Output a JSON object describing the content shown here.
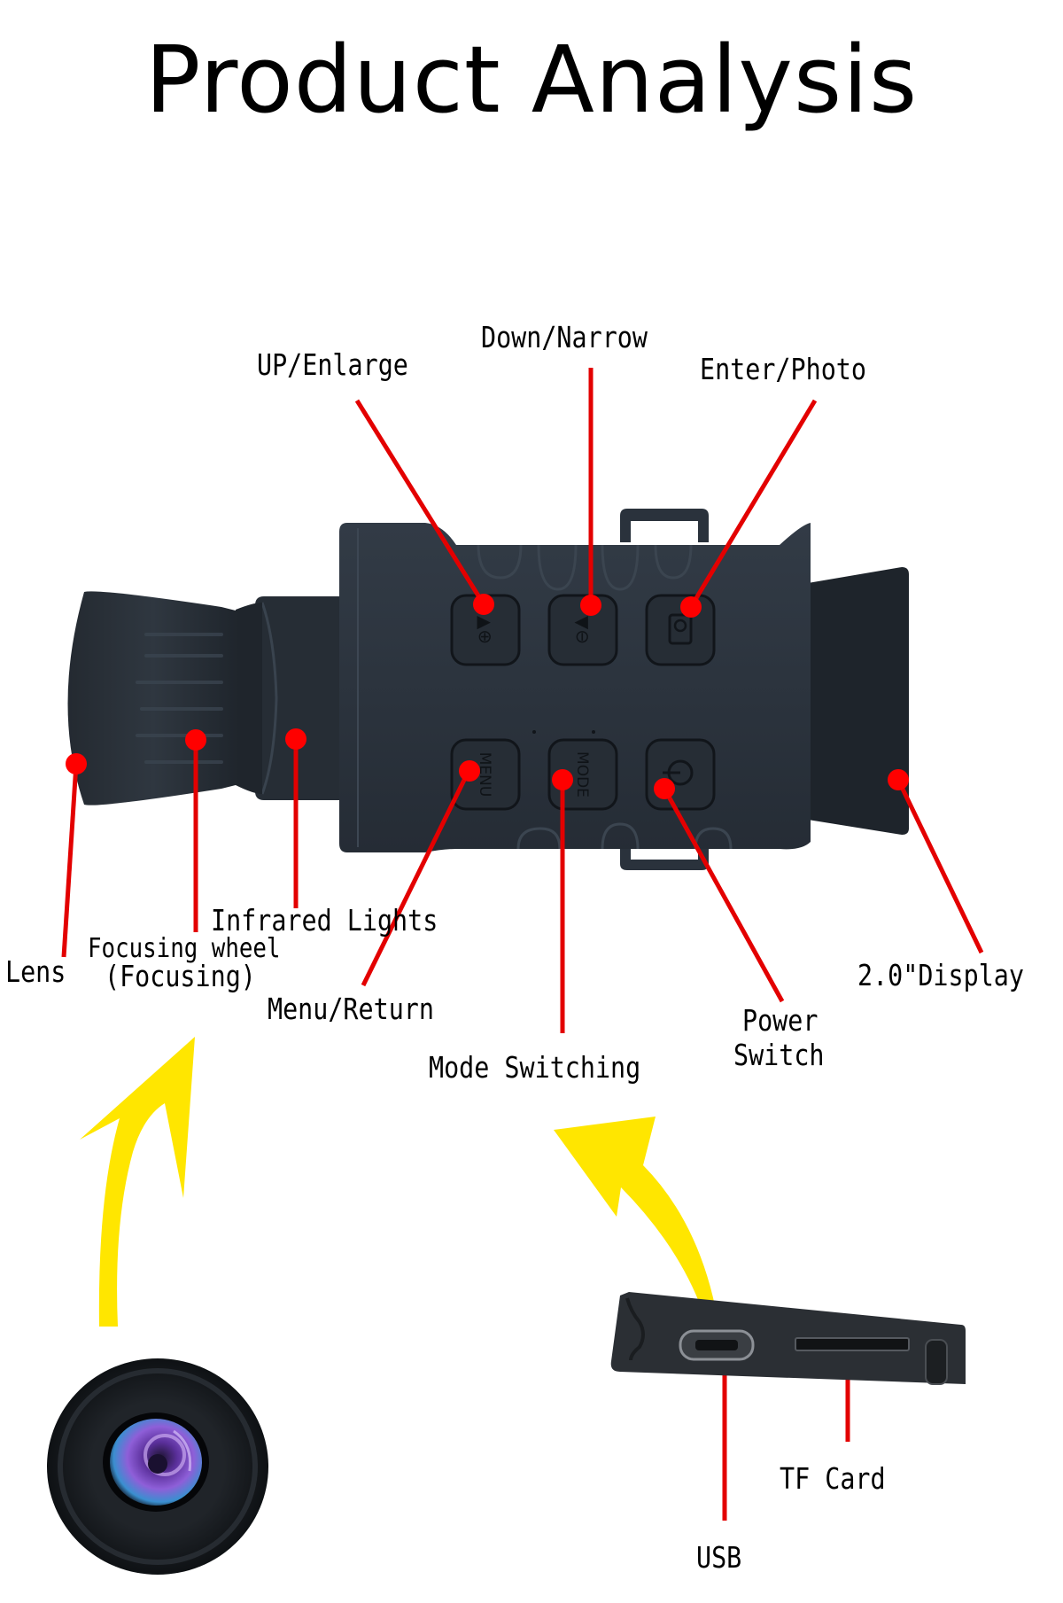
{
  "title": "Product Analysis",
  "colors": {
    "background": "#ffffff",
    "callout_line": "#e30000",
    "callout_dot": "#ff0000",
    "arrow": "#ffe600",
    "device_body": "#2a323c",
    "device_dark": "#1c2229",
    "text": "#000000"
  },
  "top_callouts": [
    {
      "id": "up-enlarge",
      "label": "UP/Enlarge"
    },
    {
      "id": "down-narrow",
      "label": "Down/Narrow"
    },
    {
      "id": "enter-photo",
      "label": "Enter/Photo"
    }
  ],
  "bottom_callouts": [
    {
      "id": "lens",
      "label": "Lens"
    },
    {
      "id": "focusing-wheel",
      "label_line1": "Focusing wheel",
      "label_line2": "(Focusing)"
    },
    {
      "id": "infrared-lights",
      "label": "Infrared Lights"
    },
    {
      "id": "menu-return",
      "label": "Menu/Return"
    },
    {
      "id": "mode-switching",
      "label": "Mode Switching"
    },
    {
      "id": "power-switch",
      "label_line1": "Power",
      "label_line2": "Switch"
    },
    {
      "id": "display",
      "label": "2.0\"Display"
    }
  ],
  "device_buttons": [
    {
      "id": "up",
      "glyph": "▲⊕"
    },
    {
      "id": "down",
      "glyph": "▼⊖"
    },
    {
      "id": "enter",
      "glyph": "📷"
    },
    {
      "id": "menu",
      "glyph": "MENU"
    },
    {
      "id": "mode",
      "glyph": "MODE"
    },
    {
      "id": "power",
      "glyph": "⏻"
    }
  ],
  "port_callouts": [
    {
      "id": "usb",
      "label": "USB"
    },
    {
      "id": "tf-card",
      "label": "TF Card"
    }
  ]
}
